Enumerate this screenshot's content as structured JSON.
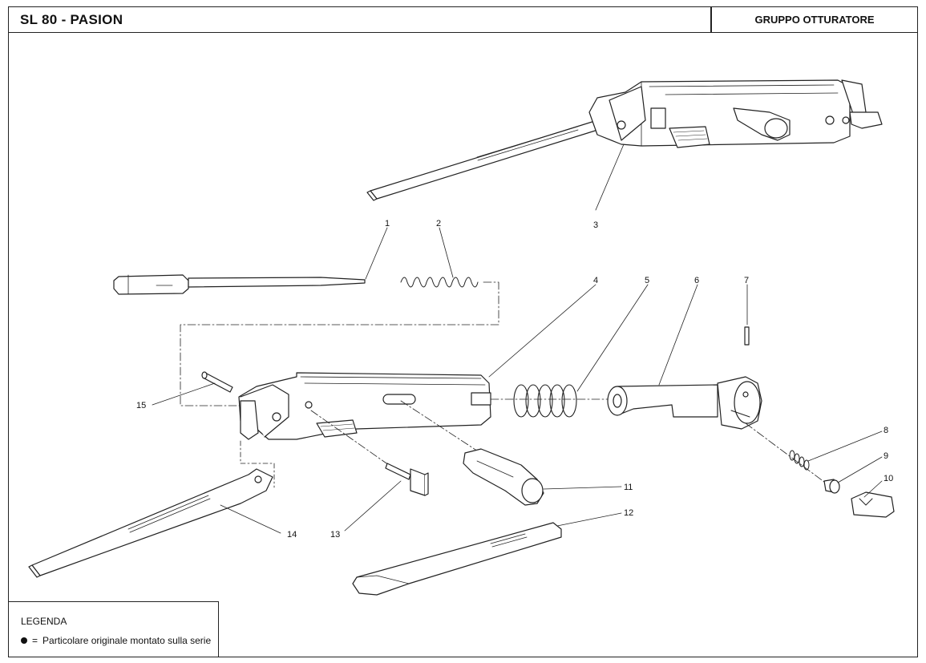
{
  "header": {
    "title": "SL 80 - PASION",
    "section": "GRUPPO OTTURATORE"
  },
  "legend": {
    "title": "LEGENDA",
    "symbol": "●",
    "equals": "=",
    "text": "Particolare originale montato sulla serie"
  },
  "callouts": [
    "1",
    "2",
    "3",
    "4",
    "5",
    "6",
    "7",
    "8",
    "9",
    "10",
    "11",
    "12",
    "13",
    "14",
    "15"
  ]
}
